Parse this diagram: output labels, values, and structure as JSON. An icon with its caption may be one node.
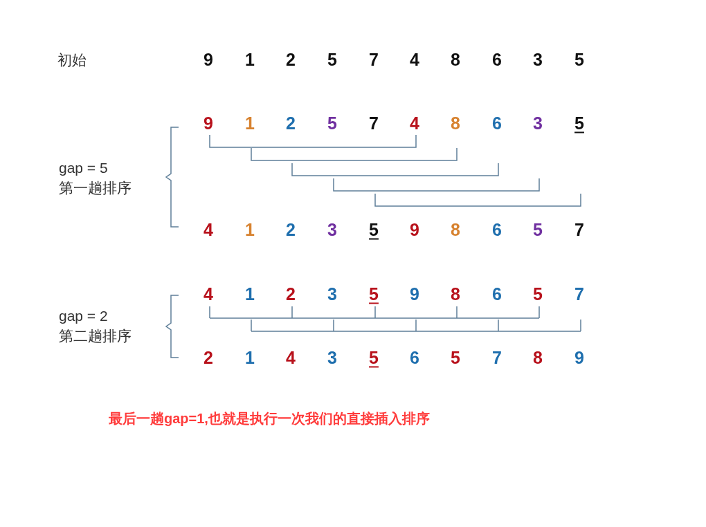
{
  "diagram": {
    "labels": [
      "初始",
      "9",
      "1",
      "2",
      "5",
      "7",
      "4",
      "8",
      "6",
      "3",
      "5",
      "9",
      "1",
      "2",
      "5",
      "7",
      "4",
      "8",
      "6",
      "3",
      "5",
      "gap = 5",
      "第一趟排序",
      "4",
      "1",
      "2",
      "3",
      "5",
      "9",
      "8",
      "6",
      "5",
      "7",
      "4",
      "1",
      "2",
      "3",
      "5",
      "9",
      "8",
      "6",
      "5",
      "7",
      "gap = 2",
      "第二趟排序",
      "2",
      "1",
      "4",
      "3",
      "5",
      "6",
      "5",
      "7",
      "8",
      "9",
      "最后一趟gap=1,也就是执行一次我们的直接插入排序"
    ]
  }
}
